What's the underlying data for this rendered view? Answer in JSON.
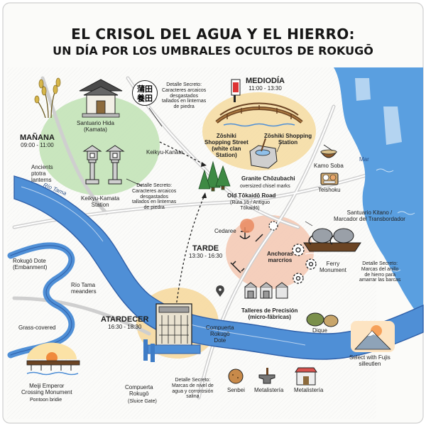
{
  "title": {
    "line1": "EL CRISOL DEL AGUA Y EL HIERRO:",
    "line2": "UN DÍA POR LOS UMBRALES OCULTOS DE ROKUGŌ"
  },
  "periods": {
    "morning": {
      "name": "MAÑANA",
      "time": "09:00 - 11:00"
    },
    "noon": {
      "name": "MEDIODÍA",
      "time": "11:00 - 13:30"
    },
    "afternoon": {
      "name": "TARDE",
      "time": "13:30 - 16:30"
    },
    "dusk": {
      "name": "ATARDECER",
      "time": "16:30 - 18:30"
    }
  },
  "kanji": {
    "top": "蒲田",
    "bottom": "養田"
  },
  "labels": {
    "shrine": "Santuario Hida\n(Kamata)",
    "secret1": "Detalle Secreto:\nCaracteres arcaicos\ndesgastados\ntallados en linternas\nde piedra",
    "keikyu_kanata": "Keikyu-Kanata",
    "lanterns": "Ancients\nptotra\nlanterns",
    "keikyu_station": "Keikyu-Kamata\nStation",
    "secret2": "Detalle Secreto:\nCaracteres arcaicos\ndesgastados\ntallados en linternas\nde piedra",
    "zoshiki_street": "Zōshiki\nShopping Street\n(white clan\nStation)",
    "zoshiki_station": "Zōshiki Shopping\nStation",
    "chozubachi": "Granite Chōzubachi",
    "chozubachi_sub": "oversized chisel marks",
    "old_tokaido": "Old Tōkaidō Road",
    "old_tokaido_sub": "(Ruta 15 / Antiguo\nTōkaidō)",
    "sea": "Mar",
    "kamo_soba": "Kamo Soba",
    "teishoku": "Teishoku",
    "river_tama": "Río Tama",
    "shrine_kitano": "Santuario Kitano /\nMarcador del Transbordador",
    "cedaree": "Cedaree",
    "anchors": "Anchoras\nmarcrios",
    "ferry": "Ferry\nMonument",
    "secret3": "Detalle Secreto:\nMarcas del anillo\nde hierro para\namarrar las barcas",
    "rokugo_dote": "Rokugō Dote\n(Embanment)",
    "meanders": "Río Tama\nmeanders",
    "workshops": "Talleres de Precisión\n(micro-fábricas)",
    "grass": "Grass-covered",
    "compuerta_dote": "Compuerta\nRokugō\nDote",
    "dique": "Dique",
    "fuji": "Select with Fujis\nsilleutlen",
    "meiji": "Meiji Emperor\nCrossing Monument",
    "pontoon": "Pontoon bridie",
    "sluice": "Compuerta\nRokugō",
    "sluice_sub": "(Sluice Gate)",
    "secret4": "Detalle Secreto:\nMarcas de nivel de\nagua y corrorosión\nsalina",
    "senbei": "Senbei",
    "metal1": "Metalistería",
    "metal2": "Metalistería"
  },
  "icons": [
    "rice-plant-icon",
    "shrine-icon",
    "stone-lantern-icon",
    "torii-gate-icon",
    "wooden-bridge-icon",
    "stone-basin-icon",
    "pine-trees-icon",
    "soba-bowl-icon",
    "teishoku-tray-icon",
    "elephant-ferry-icon",
    "anchor-icon",
    "gear-icon",
    "workshop-icon",
    "sluice-gate-icon",
    "sunset-pontoon-icon",
    "mount-fuji-icon",
    "dike-icon",
    "senbei-icon",
    "anvil-icon",
    "storefront-icon",
    "pin-icon"
  ],
  "colors": {
    "river": "#4f8fd6",
    "river_dark": "#2f5fa8",
    "sea": "#5a9fe0",
    "morning_zone": "#bfe2b4",
    "noon_zone": "#f5dba0",
    "afternoon_zone": "#f3c7b2",
    "dusk_zone": "#f6d79a",
    "road": "#c8c8c8",
    "ink": "#222222"
  }
}
